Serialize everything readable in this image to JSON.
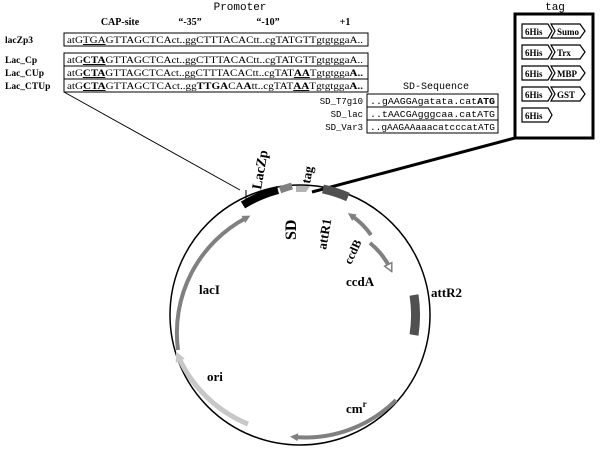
{
  "promoter_panel": {
    "title": "Promoter",
    "col_cap": "CAP-site",
    "col_35": "“-35”",
    "col_10": "“-10”",
    "col_plus1": "+1",
    "rows": [
      {
        "label": "lacZp3",
        "parts": [
          {
            "t": "atG",
            "s": "n"
          },
          {
            "t": "TGA",
            "s": "u"
          },
          {
            "t": "GTTAGCTCAct..ggCTTTACACtt..cgTATGTTgtgtggaA..",
            "s": "n"
          }
        ]
      },
      {
        "label": "Lac_Cp",
        "parts": [
          {
            "t": "atG",
            "s": "n"
          },
          {
            "t": "CTA",
            "s": "bu"
          },
          {
            "t": "GTTAGCTCAct..ggCTTTACACtt..cgTATGTTgtgtggaA..",
            "s": "n"
          }
        ]
      },
      {
        "label": "Lac_CUp",
        "parts": [
          {
            "t": "atG",
            "s": "n"
          },
          {
            "t": "CTA",
            "s": "bu"
          },
          {
            "t": "GTTAGCTCAct..ggCTTTACACtt..cgTAT",
            "s": "n"
          },
          {
            "t": "AA",
            "s": "bu"
          },
          {
            "t": "Tgtgtgga",
            "s": "n"
          },
          {
            "t": "A..",
            "s": "b"
          }
        ]
      },
      {
        "label": "Lac_CTUp",
        "parts": [
          {
            "t": "atG",
            "s": "n"
          },
          {
            "t": "CTA",
            "s": "bu"
          },
          {
            "t": "GTTAGCTCAct..gg",
            "s": "n"
          },
          {
            "t": "TTGA",
            "s": "b"
          },
          {
            "t": "CA",
            "s": "n"
          },
          {
            "t": "A",
            "s": "b"
          },
          {
            "t": "tt..cgTAT",
            "s": "n"
          },
          {
            "t": "AA",
            "s": "bu"
          },
          {
            "t": "Tgtgtgga",
            "s": "n"
          },
          {
            "t": "A..",
            "s": "b"
          }
        ]
      }
    ]
  },
  "sd_panel": {
    "title": "SD-Sequence",
    "rows": [
      {
        "label": "SD_T7g10",
        "parts": [
          {
            "t": "..gAAGGAgatata.cat",
            "s": "n"
          },
          {
            "t": "ATG",
            "s": "b"
          }
        ]
      },
      {
        "label": "SD_lac",
        "parts": [
          {
            "t": "..tAACGAgggcaa.catATG",
            "s": "n"
          }
        ]
      },
      {
        "label": "SD_Var3",
        "parts": [
          {
            "t": "..gAAGAAaaacatcccatATG",
            "s": "n"
          }
        ]
      }
    ]
  },
  "tag_panel": {
    "title": "tag",
    "items": [
      {
        "his": "6His",
        "name": "Sumo"
      },
      {
        "his": "6His",
        "name": "Trx"
      },
      {
        "his": "6His",
        "name": "MBP"
      },
      {
        "his": "6His",
        "name": "GST"
      },
      {
        "his": "6His",
        "name": ""
      }
    ]
  },
  "plasmid": {
    "labels": {
      "lacZp": "LacZp",
      "sd": "SD",
      "tag": "tag",
      "attR1": "attR1",
      "ccdB": "ccdB",
      "ccdA": "ccdA",
      "attR2": "attR2",
      "lacI": "lacI",
      "ori": "ori",
      "cm": "cm",
      "cm_sup": "r"
    }
  },
  "colors": {
    "line": "#000000",
    "gene_arrow": "#808080",
    "ori_arrow": "#c8c8c8",
    "tag_arrow": "#b4b4b4",
    "att_block": "#505050"
  }
}
